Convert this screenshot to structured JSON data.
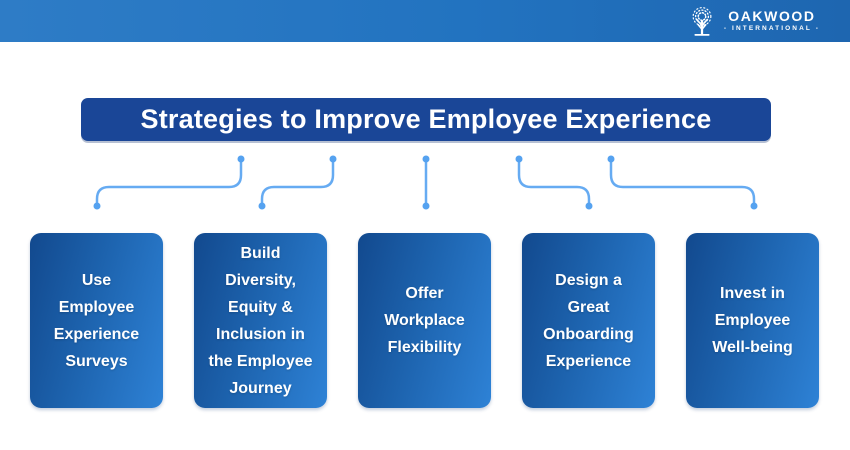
{
  "header": {
    "brand_name": "OAKWOOD",
    "brand_tagline": "- INTERNATIONAL -"
  },
  "title_banner": {
    "text": "Strategies to Improve Employee Experience"
  },
  "strategies": [
    {
      "label": "Use\nEmployee\nExperience\nSurveys"
    },
    {
      "label": "Build\nDiversity,\nEquity &\nInclusion in\nthe Employee\nJourney"
    },
    {
      "label": "Offer\nWorkplace\nFlexibility"
    },
    {
      "label": "Design a\nGreat\nOnboarding\nExperience"
    },
    {
      "label": "Invest in\nEmployee\nWell-being"
    }
  ],
  "colors": {
    "header_gradient_start": "#2E7CC6",
    "header_gradient_end": "#1E66B0",
    "banner_bg": "#1A4697",
    "card_gradient_start": "#12498E",
    "card_gradient_end": "#2E82D6",
    "connector_line": "#66ABF2",
    "connector_dot": "#55A2F0",
    "text": "#FFFFFF"
  }
}
